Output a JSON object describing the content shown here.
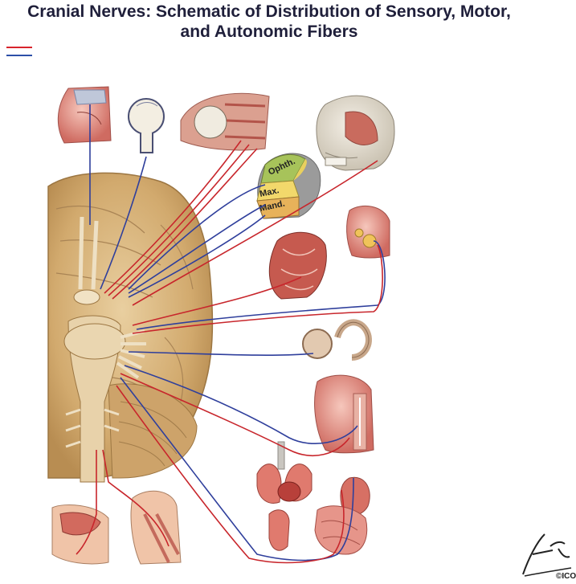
{
  "title": {
    "line1": "Cranial Nerves: Schematic of Distribution of Sensory, Motor,",
    "line2": "and Autonomic Fibers"
  },
  "legend": [
    {
      "color": "#d8242c"
    },
    {
      "color": "#2d4fa8"
    }
  ],
  "labels": {
    "ophth": "Ophth.",
    "max": "Max.",
    "mand": "Mand."
  },
  "colors": {
    "motor_red": "#c8262c",
    "sensory_blue": "#2f3f9c",
    "brain_tan": "#d9b57e",
    "tissue_pink": "#e39a8e",
    "face_green": "#8fb04a"
  },
  "signature": {
    "mark": "©ICON"
  }
}
